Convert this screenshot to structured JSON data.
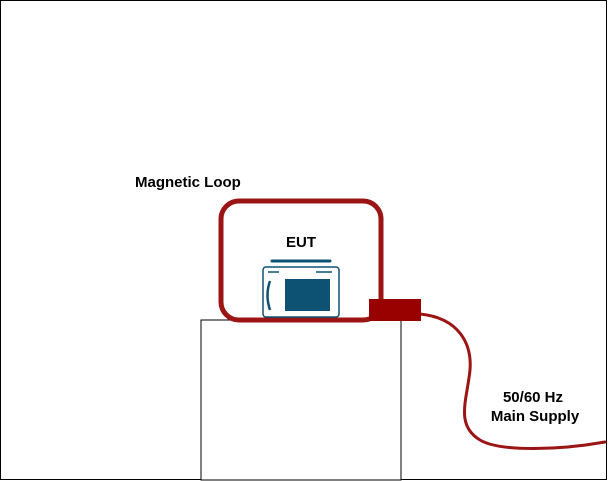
{
  "labels": {
    "loop": "Magnetic Loop",
    "eut": "EUT",
    "supply_line1": "50/60 Hz",
    "supply_line2": "Main Supply"
  },
  "colors": {
    "loop": "#9b1515",
    "cable": "#9b1515",
    "connector": "#990000",
    "device": "#0e5273",
    "frame": "#000000"
  },
  "icons": {
    "device": "microwave-oven-icon"
  }
}
